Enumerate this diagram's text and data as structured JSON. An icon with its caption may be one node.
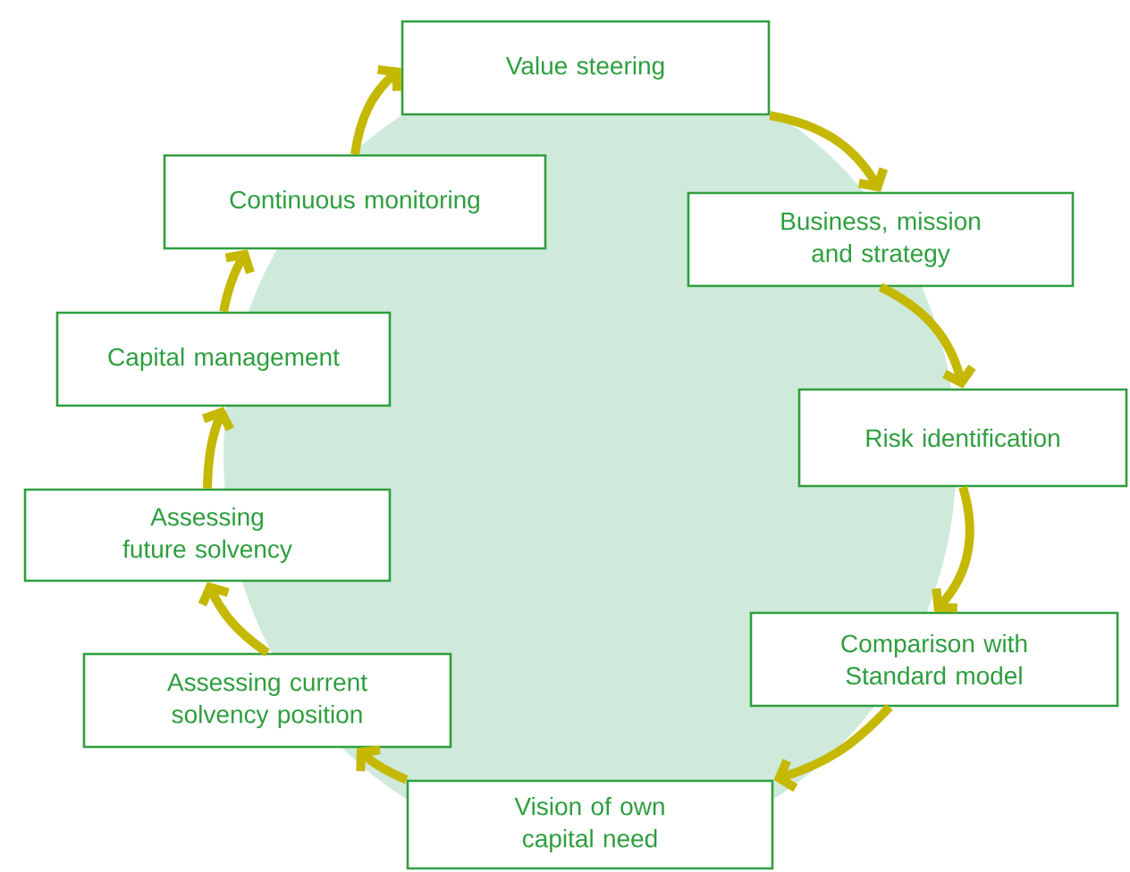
{
  "diagram": {
    "nodes": [
      {
        "text": [
          "Value steering"
        ]
      },
      {
        "text": [
          "Business, mission and strategy"
        ]
      },
      {
        "text": [
          "Risk identification"
        ]
      },
      {
        "text": [
          "Comparison with Standard model"
        ]
      },
      {
        "text": [
          "Vision of own capital need"
        ]
      },
      {
        "text": [
          "Assessing current solvency position"
        ]
      },
      {
        "text": [
          "Assessing future solvency"
        ]
      },
      {
        "text": [
          "Capital management"
        ]
      },
      {
        "text": [
          "Continuous monitoring"
        ]
      }
    ],
    "edges": [
      {
        "from": 0,
        "to": 1,
        "arrow": "to"
      },
      {
        "from": 1,
        "to": 2,
        "arrow": "to"
      },
      {
        "from": 2,
        "to": 3,
        "arrow": "to"
      },
      {
        "from": 3,
        "to": 4,
        "arrow": "to"
      },
      {
        "from": 4,
        "to": 5,
        "arrow": "to"
      },
      {
        "from": 5,
        "to": 6,
        "arrow": "to"
      },
      {
        "from": 6,
        "to": 7,
        "arrow": "to"
      },
      {
        "from": 7,
        "to": 8,
        "arrow": "to"
      },
      {
        "from": 8,
        "to": 0,
        "arrow": "to"
      }
    ]
  }
}
